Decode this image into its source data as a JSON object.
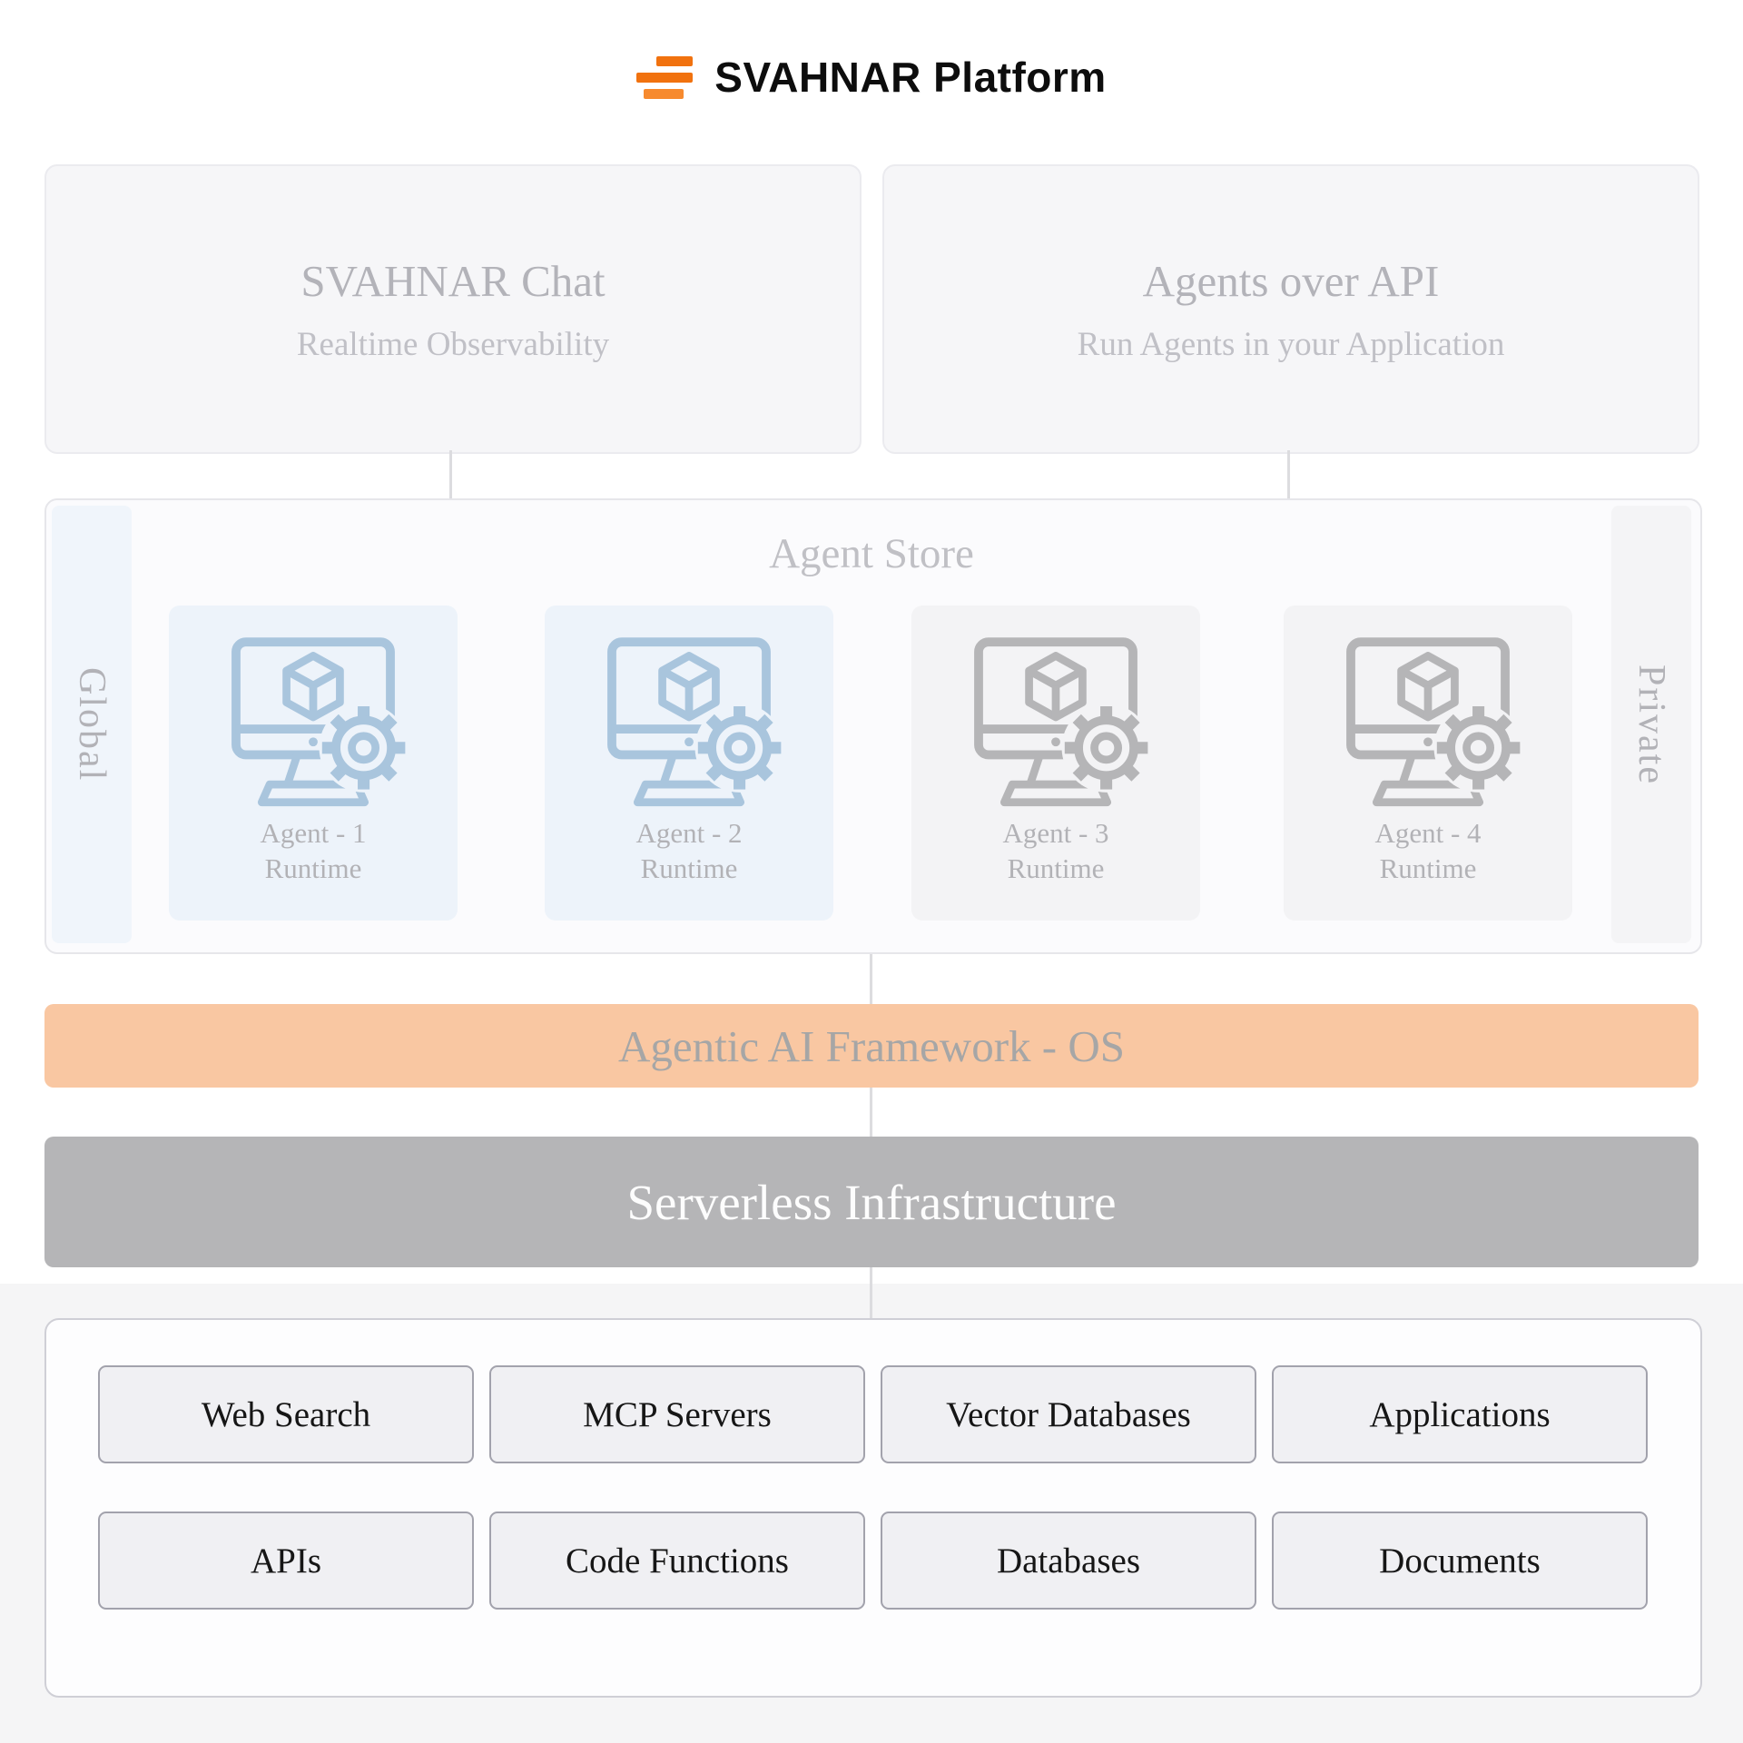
{
  "header": {
    "title": "SVAHNAR Platform"
  },
  "top_cards": {
    "chat": {
      "title": "SVAHNAR Chat",
      "subtitle": "Realtime Observability"
    },
    "api": {
      "title": "Agents over API",
      "subtitle": "Run Agents in your Application"
    }
  },
  "agent_store": {
    "title": "Agent Store",
    "left_label": "Global",
    "right_label": "Private",
    "agents": [
      {
        "name": "Agent - 1",
        "sub": "Runtime",
        "variant": "blue"
      },
      {
        "name": "Agent - 2",
        "sub": "Runtime",
        "variant": "blue"
      },
      {
        "name": "Agent - 3",
        "sub": "Runtime",
        "variant": "gray"
      },
      {
        "name": "Agent - 4",
        "sub": "Runtime",
        "variant": "gray"
      }
    ]
  },
  "banners": {
    "framework": "Agentic AI Framework - OS",
    "infrastructure": "Serverless Infrastructure"
  },
  "integrations": {
    "rows": [
      [
        "Web Search",
        "MCP Servers",
        "Vector Databases",
        "Applications"
      ],
      [
        "APIs",
        "Code Functions",
        "Databases",
        "Documents"
      ]
    ]
  },
  "colors": {
    "accent_orange": "#f1720f",
    "framework_banner": "#f9c7a2",
    "infrastructure_banner": "#b5b5b7",
    "agent_blue": "#a9c5dd",
    "agent_gray": "#b5b5b7",
    "connector": "#dcdcdf"
  }
}
